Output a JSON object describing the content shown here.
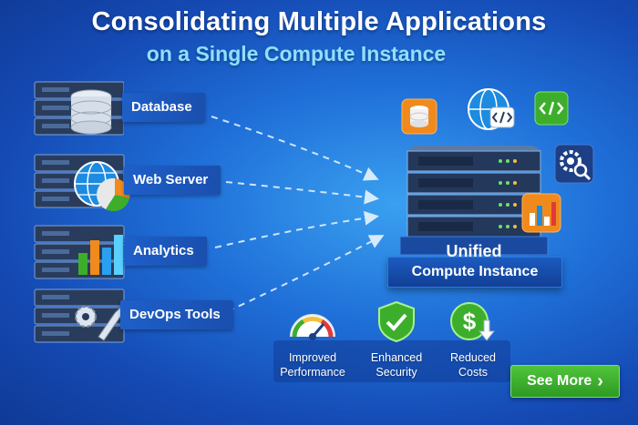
{
  "header": {
    "title_line1": "Consolidating Multiple Applications",
    "title_line2": "on a Single Compute Instance"
  },
  "sources": [
    {
      "label": "Database",
      "icon": "database-icon"
    },
    {
      "label": "Web Server",
      "icon": "globe-icon"
    },
    {
      "label": "Analytics",
      "icon": "bar-chart-icon"
    },
    {
      "label": "DevOps Tools",
      "icon": "gear-wrench-icon"
    }
  ],
  "hub": {
    "label_line1": "Unified",
    "label_line2": "Compute Instance"
  },
  "benefits": [
    {
      "line1": "Improved",
      "line2": "Performance",
      "icon": "gauge-icon"
    },
    {
      "line1": "Enhanced",
      "line2": "Security",
      "icon": "shield-check-icon"
    },
    {
      "line1": "Reduced",
      "line2": "Costs",
      "icon": "dollar-down-icon"
    }
  ],
  "cta": {
    "label": "See More",
    "arrow": "›"
  },
  "colors": {
    "background": "#1f6fd8",
    "title_secondary": "#8fe0ff",
    "cta_green": "#3cae2c",
    "accent_orange": "#f08a1c"
  }
}
